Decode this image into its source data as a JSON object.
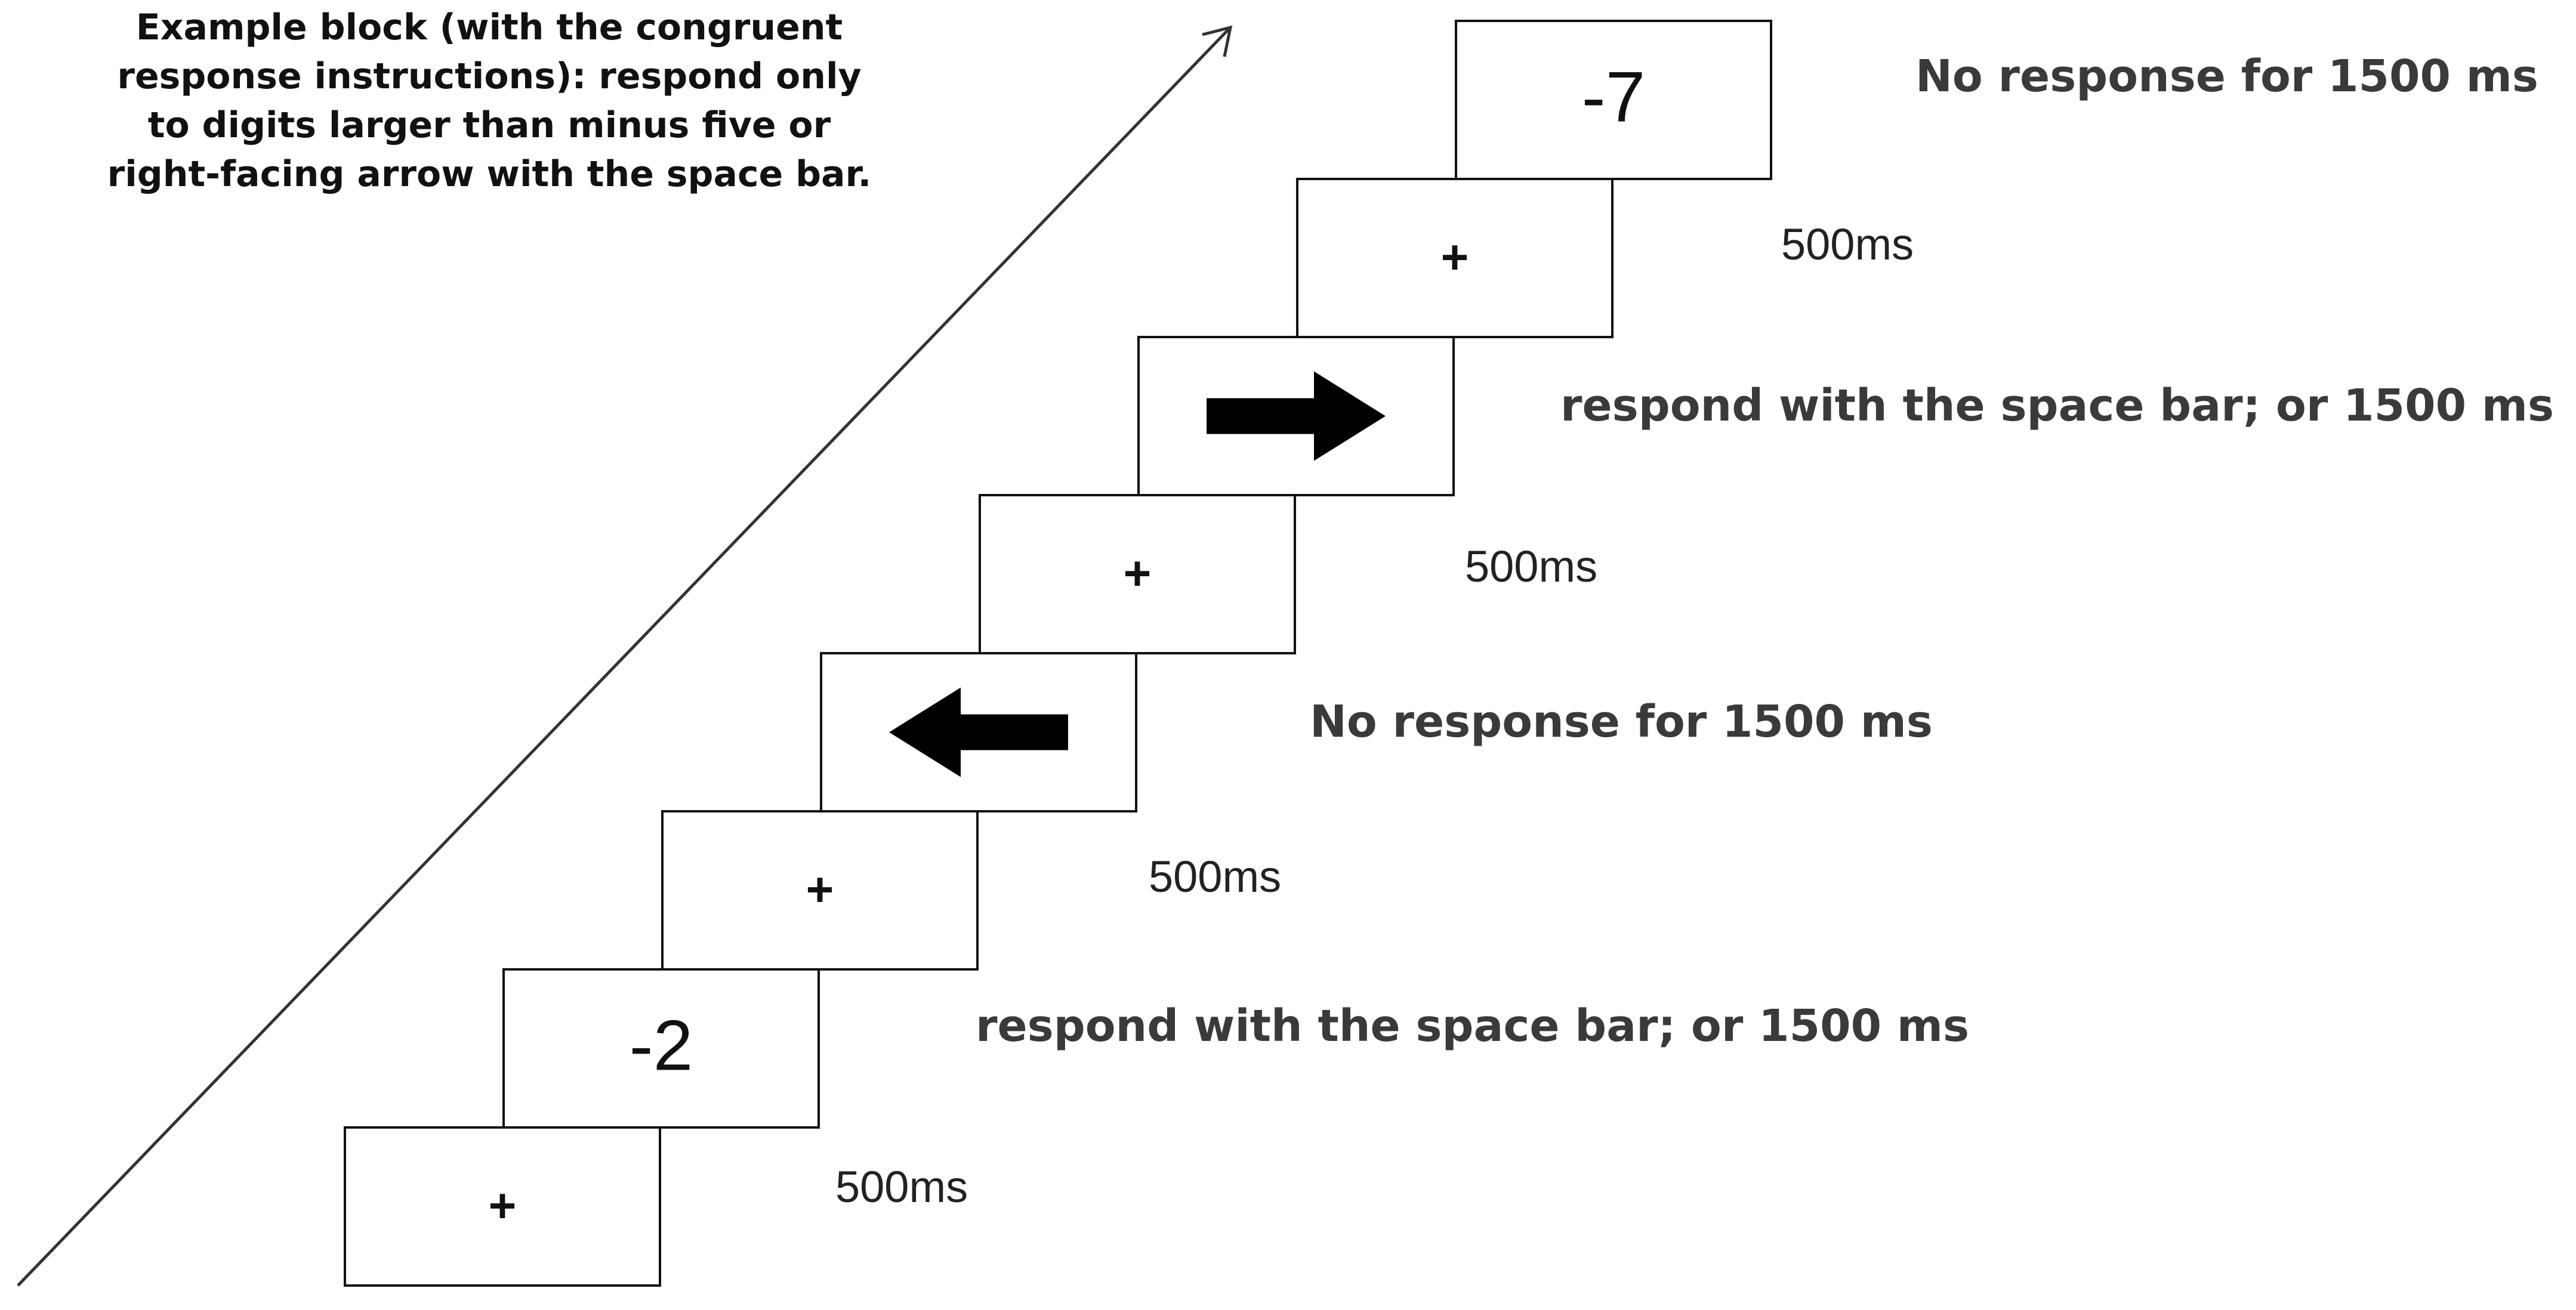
{
  "title_lines": [
    "Example block (with the congruent",
    "response instructions): respond only",
    "to digits larger than minus five or",
    "right-facing arrow with the space bar."
  ],
  "frames": [
    {
      "kind": "fixation",
      "text": "+",
      "duration_label": "500ms"
    },
    {
      "kind": "digit",
      "text": "-2",
      "response_label": "respond with the space bar; or 1500 ms"
    },
    {
      "kind": "fixation",
      "text": "+",
      "duration_label": "500ms"
    },
    {
      "kind": "arrow",
      "direction": "left",
      "response_label": "No response for 1500 ms"
    },
    {
      "kind": "fixation",
      "text": "+",
      "duration_label": "500ms"
    },
    {
      "kind": "arrow",
      "direction": "right",
      "response_label": "respond with the space bar; or 1500 ms"
    },
    {
      "kind": "fixation",
      "text": "+",
      "duration_label": "500ms"
    },
    {
      "kind": "digit",
      "text": "-7",
      "response_label": "No response for 1500 ms"
    }
  ]
}
